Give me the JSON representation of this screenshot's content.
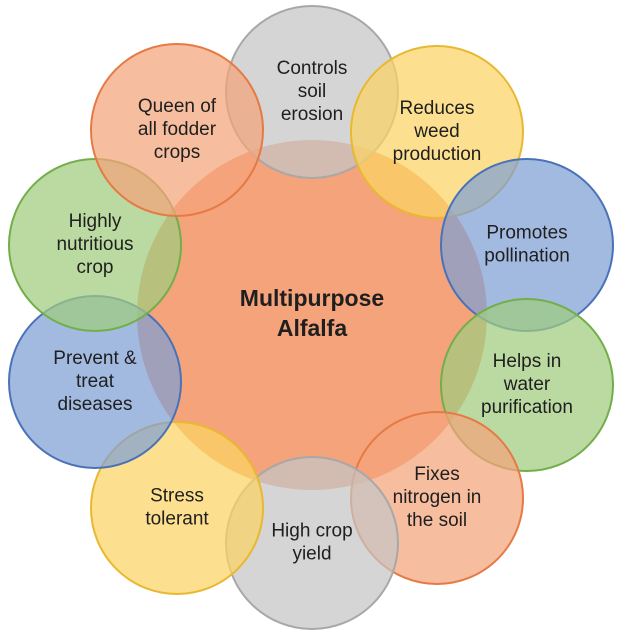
{
  "diagram": {
    "center": {
      "lines": [
        "Multipurpose",
        "Alfalfa"
      ],
      "fill": "#f4a37a"
    },
    "nodes": [
      {
        "id": "controls-soil-erosion",
        "lines": [
          "Controls",
          "soil",
          "erosion"
        ],
        "fill": "#c5c5c5",
        "stroke": "#a8a8a8"
      },
      {
        "id": "reduces-weed-production",
        "lines": [
          "Reduces",
          "weed",
          "production"
        ],
        "fill": "#fcd464",
        "stroke": "#e8b830"
      },
      {
        "id": "promotes-pollination",
        "lines": [
          "Promotes",
          "pollination"
        ],
        "fill": "#7f9fd4",
        "stroke": "#4a72b8"
      },
      {
        "id": "helps-in-water-purification",
        "lines": [
          "Helps in",
          "water",
          "purification"
        ],
        "fill": "#9fcc7e",
        "stroke": "#72ae4a"
      },
      {
        "id": "fixes-nitrogen-in-the-soil",
        "lines": [
          "Fixes",
          "nitrogen in",
          "the soil"
        ],
        "fill": "#f4a37a",
        "stroke": "#e57a44"
      },
      {
        "id": "high-crop-yield",
        "lines": [
          "High crop",
          "yield"
        ],
        "fill": "#c5c5c5",
        "stroke": "#a8a8a8"
      },
      {
        "id": "stress-tolerant",
        "lines": [
          "Stress",
          "tolerant"
        ],
        "fill": "#fcd464",
        "stroke": "#e8b830"
      },
      {
        "id": "prevent-and-treat-diseases",
        "lines": [
          "Prevent &",
          "treat",
          "diseases"
        ],
        "fill": "#7f9fd4",
        "stroke": "#4a72b8"
      },
      {
        "id": "highly-nutritious-crop",
        "lines": [
          "Highly",
          "nutritious",
          "crop"
        ],
        "fill": "#9fcc7e",
        "stroke": "#72ae4a"
      },
      {
        "id": "queen-of-all-fodder-crops",
        "lines": [
          "Queen of",
          "all fodder",
          "crops"
        ],
        "fill": "#f4a37a",
        "stroke": "#e57a44"
      }
    ]
  }
}
